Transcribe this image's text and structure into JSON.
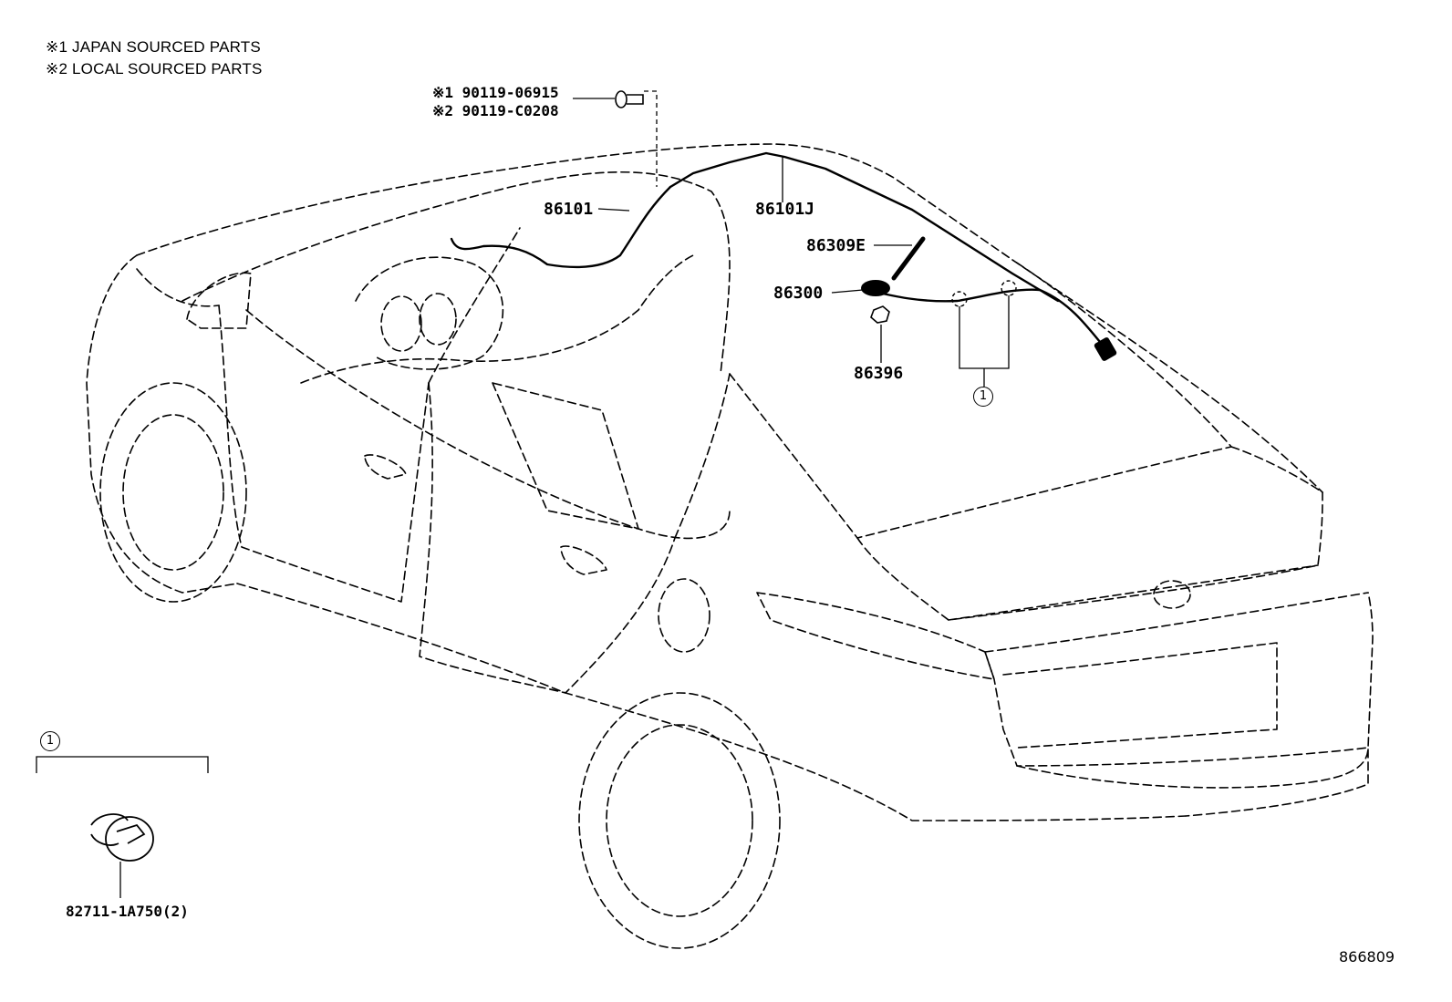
{
  "legend": {
    "note1": "※1 JAPAN SOURCED PARTS",
    "note2": "※2 LOCAL SOURCED PARTS"
  },
  "parts": {
    "bolt_japan": "※1 90119-06915",
    "bolt_local": "※2 90119-C0208",
    "cord_front": "86101",
    "cord_roof": "86101J",
    "antenna_pole": "86309E",
    "antenna_assy": "86300",
    "nut": "86396",
    "clamp": "82711-1A750(2)"
  },
  "callouts": {
    "group_ref_main": "1",
    "group_ref_detail": "1"
  },
  "illustration_id": "866809"
}
